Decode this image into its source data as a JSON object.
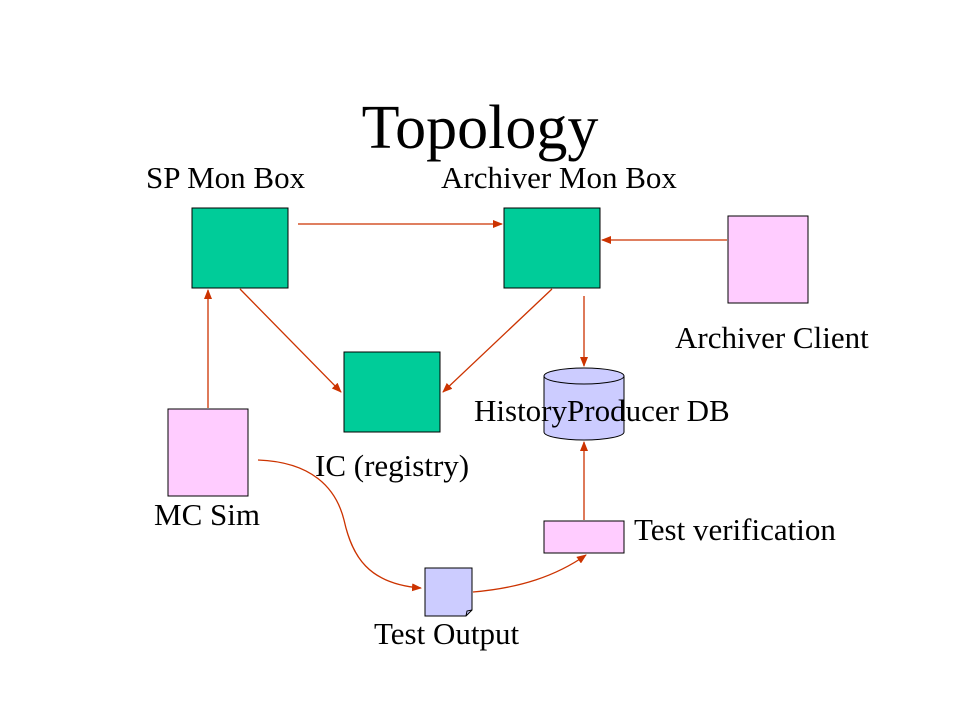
{
  "title": "Topology",
  "nodes": {
    "sp_mon_box": {
      "label": "SP Mon Box"
    },
    "archiver_mon_box": {
      "label": "Archiver Mon Box"
    },
    "archiver_client": {
      "label": "Archiver Client"
    },
    "ic_registry": {
      "label": "IC (registry)"
    },
    "history_db": {
      "label": "HistoryProducer DB"
    },
    "mc_sim": {
      "label": "MC Sim"
    },
    "test_verification": {
      "label": "Test verification"
    },
    "test_output": {
      "label": "Test Output"
    }
  },
  "colors": {
    "green_box": "#00cc99",
    "pink_box": "#ffccff",
    "db_fill": "#ccccff",
    "doc_fill": "#ccccff",
    "arrow": "#cc3300",
    "outline": "#000000"
  }
}
